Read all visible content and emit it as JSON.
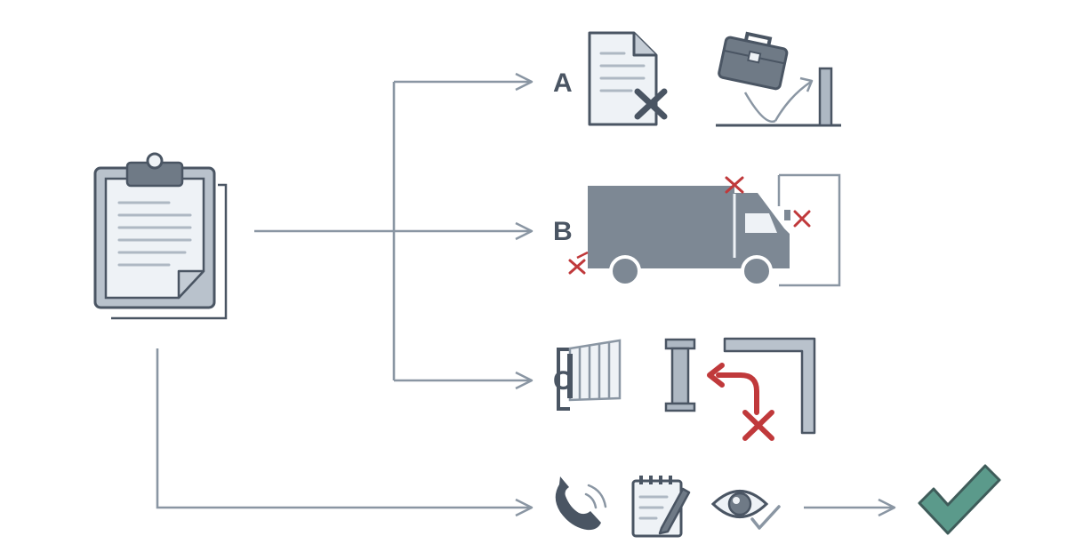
{
  "branches": [
    {
      "label": "A",
      "icons": [
        "document-x-icon",
        "briefcase-deflect-icon"
      ]
    },
    {
      "label": "B",
      "icons": [
        "truck-damage-icon",
        "doorway-icon"
      ]
    },
    {
      "label": "C",
      "icons": [
        "gate-icon",
        "pillar-icon",
        "corner-wall-icon",
        "blocked-turn-icon"
      ]
    }
  ],
  "bottom_flow": {
    "icons": [
      "phone-call-icon",
      "notepad-pencil-icon",
      "eye-check-icon",
      "arrow-right-icon",
      "checkmark-icon"
    ]
  },
  "source_icon": "clipboard-icon",
  "colors": {
    "line": "#8a96a3",
    "icon_dark": "#4a5563",
    "icon_fill": "#7d8894",
    "paper": "#eef2f6",
    "accent_red": "#c0393b",
    "accent_green": "#5b9a8b"
  }
}
